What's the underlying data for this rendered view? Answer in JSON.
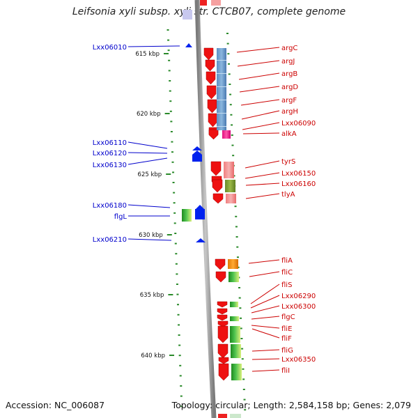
{
  "title": "Leifsonia xyli subsp. xyli str. CTCB07, complete genome",
  "footer": {
    "accession": "Accession: NC_006087",
    "summary": "Topology: circular; Length: 2,584,158 bp; Genes: 2,079"
  },
  "colors": {
    "backbone": "#9a9a9a",
    "left_label": "#0000cc",
    "right_label": "#cc0000",
    "tick": "#2a8a2a",
    "gene_red": "#ee0000",
    "gene_blue": "#0022ee",
    "gene_green": "#22aa22"
  },
  "kbp_labels": [
    "615 kbp",
    "620 kbp",
    "625 kbp",
    "630 kbp",
    "635 kbp",
    "640 kbp"
  ],
  "left_genes": [
    {
      "label": "Lxx06010",
      "shape": "small-tri"
    },
    {
      "label": "Lxx06110",
      "shape": "stack"
    },
    {
      "label": "Lxx06120",
      "shape": "stack"
    },
    {
      "label": "Lxx06130",
      "shape": "stack"
    },
    {
      "label": "Lxx06180",
      "shape": "blue-arrow"
    },
    {
      "label": "flgL",
      "shape": "green-box"
    },
    {
      "label": "Lxx06210",
      "shape": "small-tri"
    }
  ],
  "right_genes": [
    {
      "label": "argC",
      "feature": "blue"
    },
    {
      "label": "argJ",
      "feature": "blue"
    },
    {
      "label": "argB",
      "feature": "blue"
    },
    {
      "label": "argD",
      "feature": "blue"
    },
    {
      "label": "argF",
      "feature": "blue"
    },
    {
      "label": "argH",
      "feature": "blue"
    },
    {
      "label": "Lxx06090",
      "feature": "blue"
    },
    {
      "label": "alkA",
      "feature": "magenta"
    },
    {
      "label": "tyrS",
      "feature": "pink"
    },
    {
      "label": "Lxx06150",
      "feature": "pink"
    },
    {
      "label": "Lxx06160",
      "feature": "olive"
    },
    {
      "label": "tlyA",
      "feature": "pink"
    },
    {
      "label": "fliA",
      "feature": "orange"
    },
    {
      "label": "fliC",
      "feature": "green"
    },
    {
      "label": "fliS",
      "feature": "green"
    },
    {
      "label": "Lxx06290",
      "feature": "green"
    },
    {
      "label": "Lxx06300",
      "feature": "green"
    },
    {
      "label": "flgC",
      "feature": "green"
    },
    {
      "label": "fliE",
      "feature": "green"
    },
    {
      "label": "fliF",
      "feature": "green"
    },
    {
      "label": "fliG",
      "feature": "green"
    },
    {
      "label": "Lxx06350",
      "feature": "green"
    },
    {
      "label": "fliI",
      "feature": "green"
    }
  ]
}
